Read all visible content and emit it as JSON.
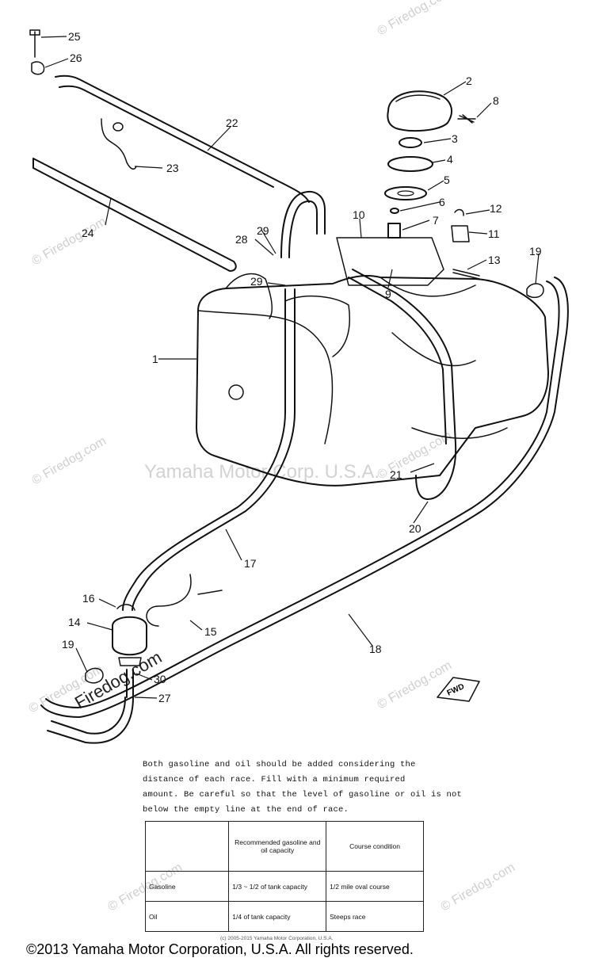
{
  "watermark": {
    "site": "© Firedog.com",
    "site_rotated": "Firedog.com",
    "center": "Yamaha Motor Corp. U.S.A."
  },
  "callouts": [
    "1",
    "2",
    "3",
    "4",
    "5",
    "6",
    "7",
    "8",
    "9",
    "10",
    "11",
    "12",
    "13",
    "15",
    "16",
    "17",
    "18",
    "19",
    "19",
    "20",
    "21",
    "22",
    "23",
    "24",
    "25",
    "26",
    "27",
    "28",
    "29",
    "29",
    "30",
    "14"
  ],
  "fwd_label": "FWD",
  "note": {
    "lines": [
      "Both gasoline and oil should be added considering the",
      "distance of each race.  Fill with a minimum required",
      "amount.  Be careful so that the level of gasoline or oil is not",
      "below the empty line at the end of race."
    ]
  },
  "table": {
    "headers": [
      "",
      "Recommended gasoline and oil capacity",
      "Course condition"
    ],
    "rows": [
      [
        "Gasoline",
        "1/3 ~ 1/2 of tank capacity",
        "1/2 mile oval course"
      ],
      [
        "Oil",
        "1/4 of tank capacity",
        "Steeps race"
      ]
    ]
  },
  "small_copyright": "(c) 2005-2015 Yamaha Motor Corporation, U.S.A.",
  "footer": "©2013 Yamaha Motor Corporation, U.S.A. All rights reserved."
}
